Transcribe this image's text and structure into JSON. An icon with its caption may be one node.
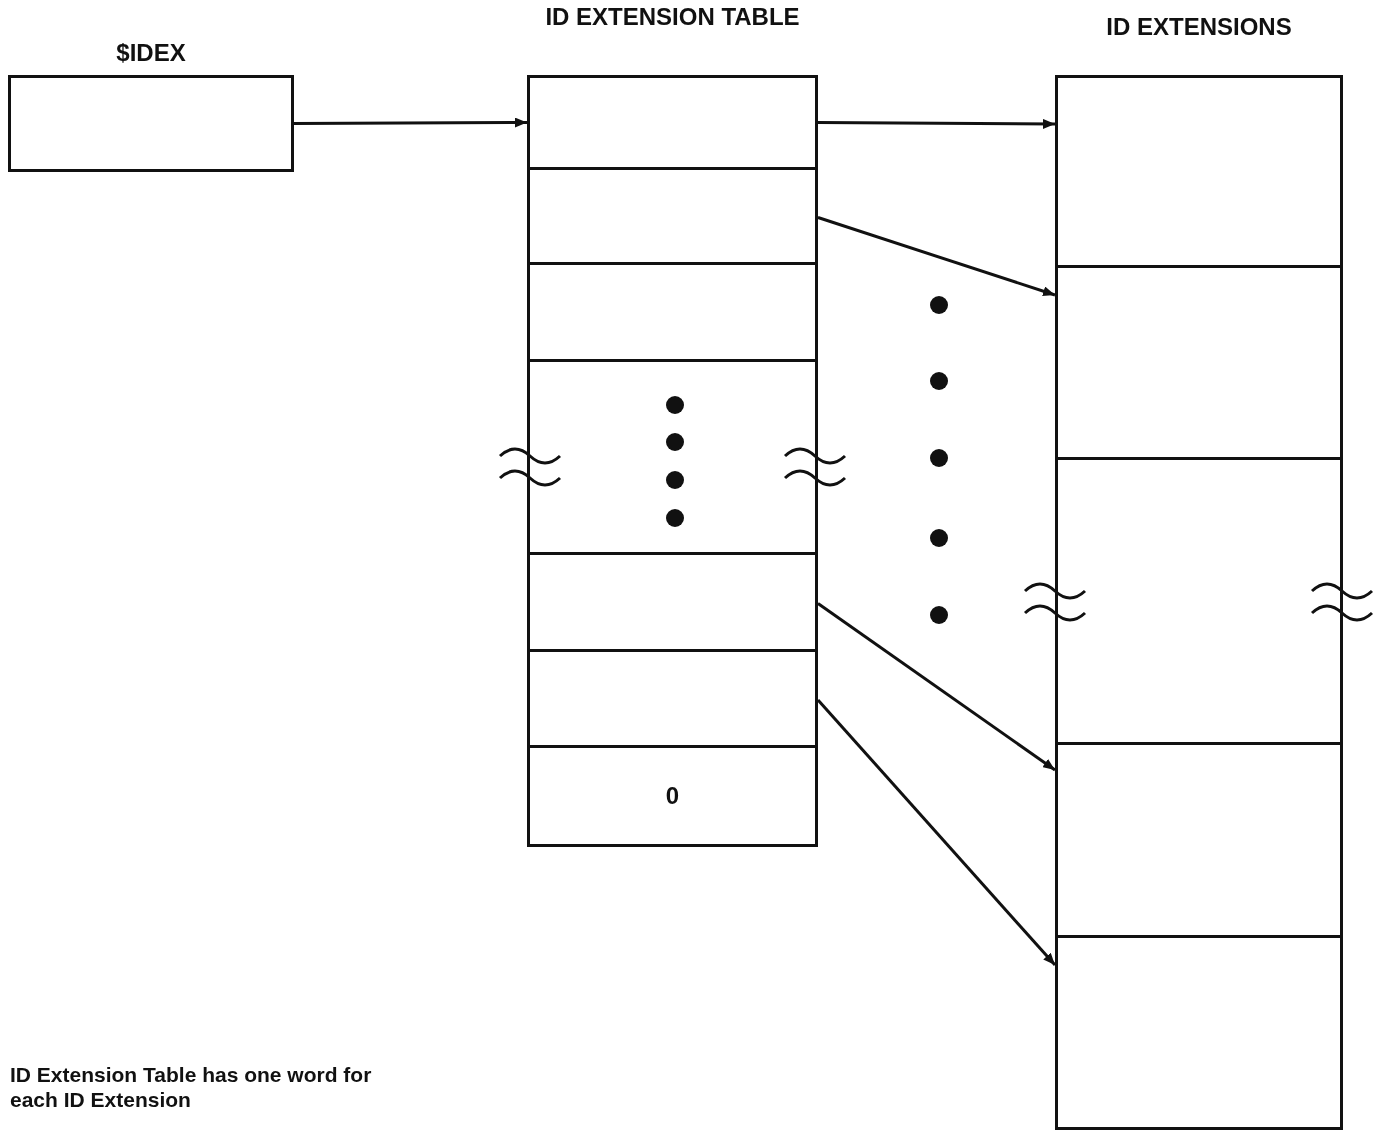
{
  "diagram": {
    "nodes": [
      {
        "text": [
          "$IDEX"
        ]
      },
      {
        "text": [
          "ID EXTENSION TABLE"
        ]
      },
      {
        "text": [],
        "shape": "box",
        "in": 1
      },
      {
        "text": [],
        "shape": "box",
        "in": 1
      },
      {
        "text": [],
        "shape": "box",
        "in": 1
      },
      {
        "text": [],
        "shape": "box",
        "in": 1
      },
      {
        "text": [],
        "shape": "box",
        "in": 1
      },
      {
        "text": [],
        "shape": "box",
        "in": 1
      },
      {
        "text": [
          "0"
        ],
        "in": 1
      },
      {
        "text": [
          "ID EXTENSIONS"
        ]
      },
      {
        "text": [],
        "shape": "box",
        "in": 9
      },
      {
        "text": [],
        "shape": "box",
        "in": 9
      },
      {
        "text": [],
        "shape": "box",
        "in": 9
      },
      {
        "text": [],
        "shape": "box",
        "in": 9
      },
      {
        "text": [],
        "shape": "box",
        "in": 9
      }
    ],
    "edges": [
      {
        "from": 0,
        "to": 2,
        "arrow": "to"
      },
      {
        "from": 2,
        "to": 10,
        "arrow": "to"
      },
      {
        "from": 3,
        "to": 11,
        "arrow": "to"
      },
      {
        "from": 6,
        "to": 13,
        "arrow": "to"
      },
      {
        "from": 7,
        "to": 14,
        "arrow": "to"
      }
    ],
    "labels": [
      "ID Extension Table has one word for each ID Extension"
    ]
  }
}
